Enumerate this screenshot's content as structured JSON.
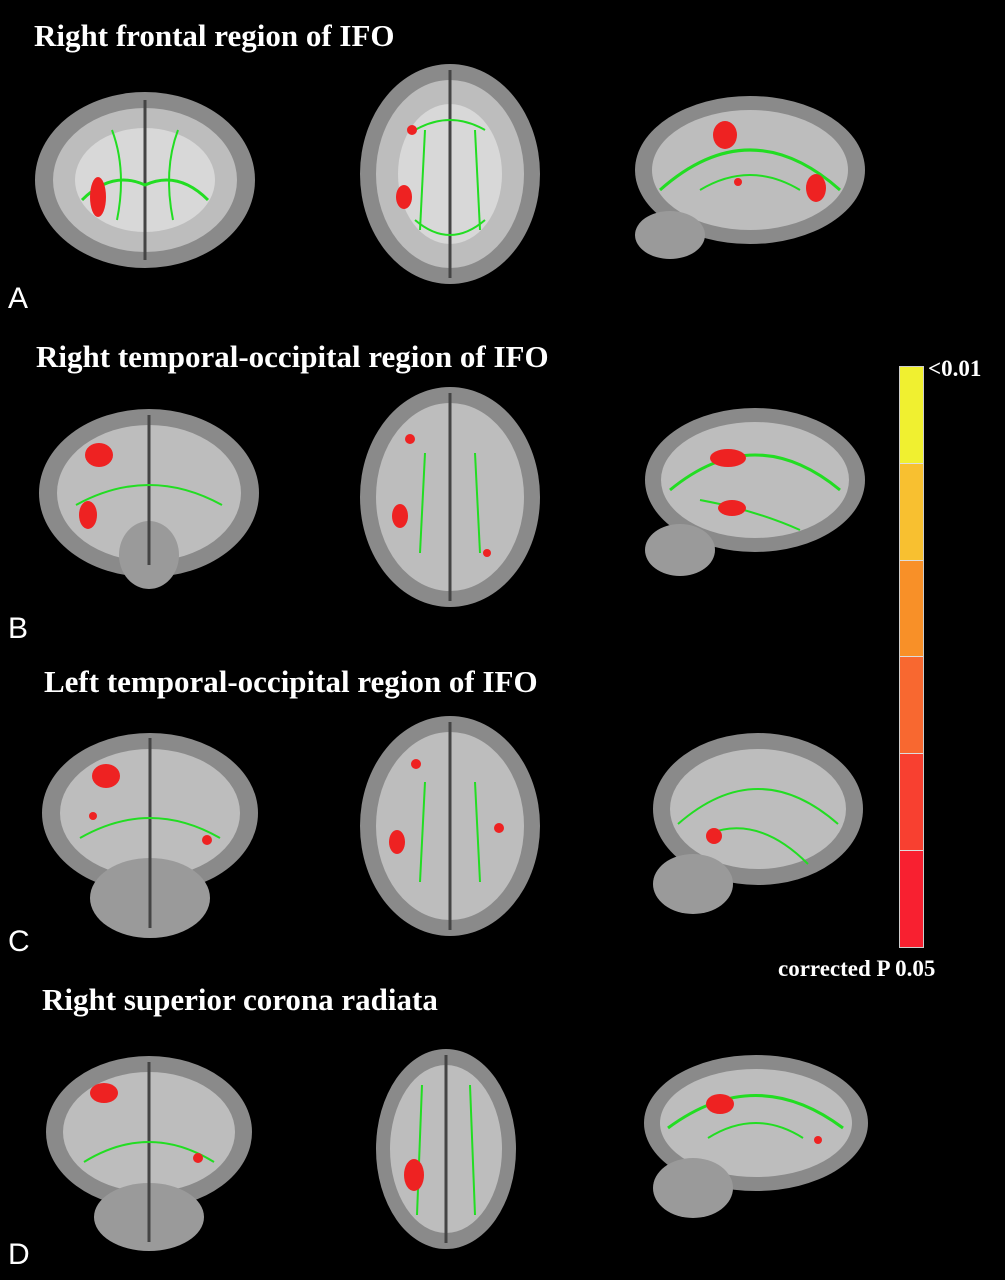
{
  "panels": [
    {
      "letter": "A",
      "title": "Right frontal region of IFO"
    },
    {
      "letter": "B",
      "title": "Right temporal-occipital region of IFO"
    },
    {
      "letter": "C",
      "title": "Left temporal-occipital region of IFO"
    },
    {
      "letter": "D",
      "title": "Right superior corona radiata"
    }
  ],
  "colorbar": {
    "top_label": "<0.01",
    "bottom_label": "corrected P   0.05",
    "colors": [
      "#f0f030",
      "#f8c030",
      "#f89028",
      "#f86830",
      "#f84030",
      "#f82030"
    ]
  }
}
